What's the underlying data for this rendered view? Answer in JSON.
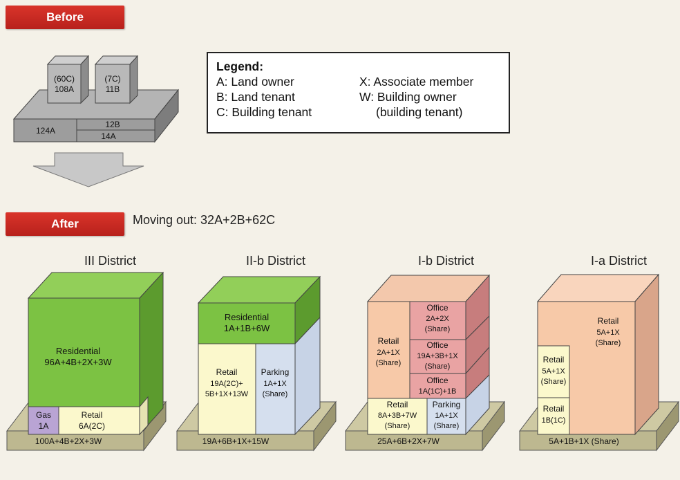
{
  "before_label": "Before",
  "after_label": "After",
  "moving_out": "Moving out: 32A+2B+62C",
  "legend": {
    "title": "Legend:",
    "items": [
      "A: Land owner",
      "B: Land tenant",
      "C: Building tenant",
      "X: Associate member",
      "W: Building owner",
      "(building tenant)"
    ]
  },
  "before": {
    "tower1": [
      "(60C)",
      "108A"
    ],
    "tower2": [
      "(7C)",
      "11B"
    ],
    "base_left": "124A",
    "base_right_top": "12B",
    "base_right_bottom": "14A"
  },
  "districts": [
    {
      "title": "III District",
      "base": "100A+4B+2X+3W",
      "blocks": [
        {
          "lines": [
            "Residential",
            "96A+4B+2X+3W"
          ]
        },
        {
          "lines": [
            "Gas",
            "1A"
          ]
        },
        {
          "lines": [
            "Retail",
            "6A(2C)"
          ]
        }
      ]
    },
    {
      "title": "II-b District",
      "base": "19A+6B+1X+15W",
      "blocks": [
        {
          "lines": [
            "Residential",
            "1A+1B+6W"
          ]
        },
        {
          "lines": [
            "Retail",
            "19A(2C)+",
            "5B+1X+13W"
          ]
        },
        {
          "lines": [
            "Parking",
            "1A+1X",
            "(Share)"
          ]
        }
      ]
    },
    {
      "title": "I-b District",
      "base": "25A+6B+2X+7W",
      "blocks": [
        {
          "lines": [
            "Retail",
            "2A+1X",
            "(Share)"
          ]
        },
        {
          "lines": [
            "Office",
            "2A+2X",
            "(Share)"
          ]
        },
        {
          "lines": [
            "Office",
            "19A+3B+1X",
            "(Share)"
          ]
        },
        {
          "lines": [
            "Office",
            "1A(1C)+1B"
          ]
        },
        {
          "lines": [
            "Retail",
            "8A+3B+7W",
            "(Share)"
          ]
        },
        {
          "lines": [
            "Parking",
            "1A+1X",
            "(Share)"
          ]
        }
      ]
    },
    {
      "title": "I-a District",
      "base": "5A+1B+1X (Share)",
      "blocks": [
        {
          "lines": [
            "Retail",
            "5A+1X",
            "(Share)"
          ]
        },
        {
          "lines": [
            "Retail",
            "5A+1X",
            "(Share)"
          ]
        },
        {
          "lines": [
            "Retail",
            "1B(1C)"
          ]
        }
      ]
    }
  ],
  "colors": {
    "tag_red": "#c9281f",
    "green": "#7cc243",
    "cream": "#fbf8cc",
    "purple": "#b9a4d4",
    "blue": "#d5dfee",
    "salmon": "#f7c9a8",
    "pink": "#e9a3a3",
    "base_olive": "#bdb890"
  }
}
